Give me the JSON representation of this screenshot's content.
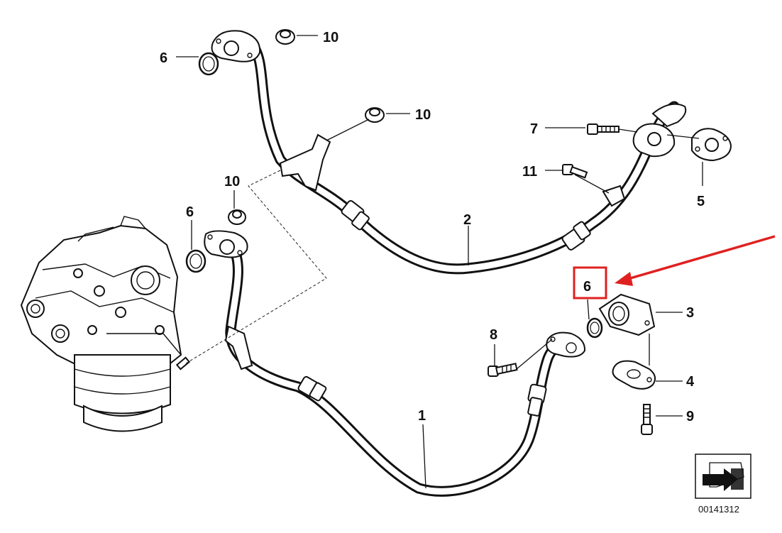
{
  "diagram": {
    "callouts": {
      "pipe_1": "1",
      "pipe_2": "2",
      "flange_3": "3",
      "gasket_4": "4",
      "gasket_5": "5",
      "oring_top_left": "6",
      "oring_mid_left": "6",
      "oring_highlighted": "6",
      "bolt_7": "7",
      "bolt_8": "8",
      "bolt_9": "9",
      "grommet_top": "10",
      "grommet_upper_mid": "10",
      "grommet_mid_left": "10",
      "bolt_11": "11"
    },
    "catalog_number": "00141312",
    "highlight_color": "#e02020",
    "arrow_color": "#e02020"
  }
}
